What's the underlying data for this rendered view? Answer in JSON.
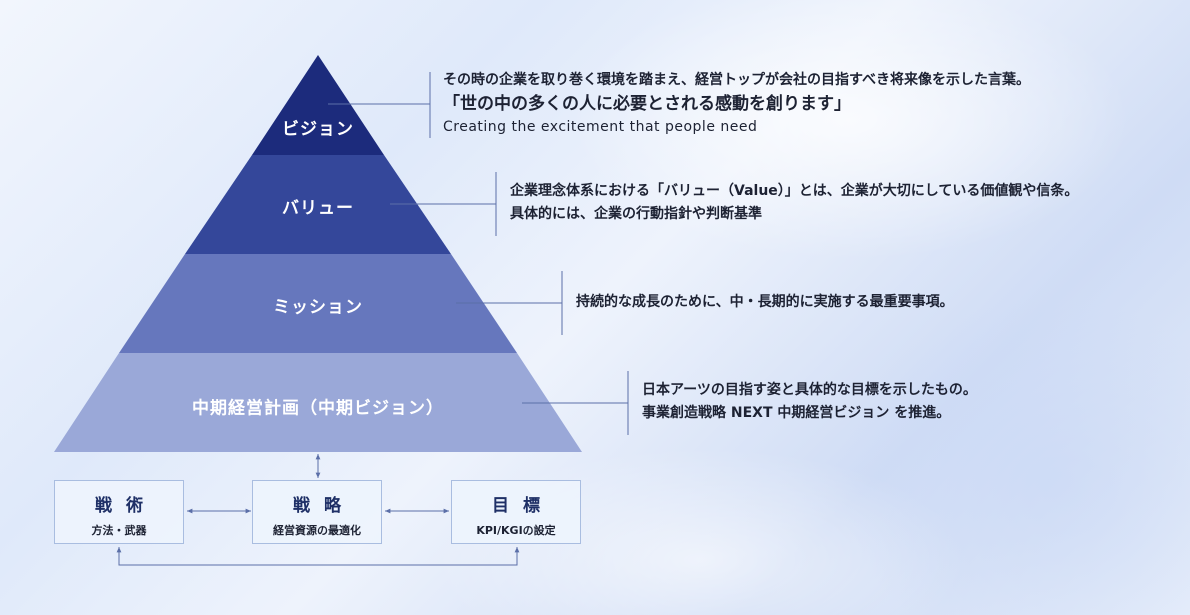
{
  "tiers": [
    {
      "label": "ビジョン"
    },
    {
      "label": "バリュー"
    },
    {
      "label": "ミッション"
    },
    {
      "label": "中期経営計画（中期ビジョン）"
    }
  ],
  "descriptions": {
    "vision": {
      "line1": "その時の企業を取り巻く環境を踏まえ、経営トップが会社の目指すべき将来像を示した言葉。",
      "motto": "「世の中の多くの人に必要とされる感動を創ります」",
      "english": "Creating the excitement that people need"
    },
    "value": {
      "line1": "企業理念体系における「バリュー（Value）」とは、企業が大切にしている価値観や信条。",
      "line2": "具体的には、企業の行動指針や判断基準"
    },
    "mission": {
      "line1": "持続的な成長のために、中・長期的に実施する最重要事項。"
    },
    "plan": {
      "line1": "日本アーツの目指す姿と具体的な目標を示したもの。",
      "line2": "事業創造戦略 NEXT 中期経営ビジョン を推進。"
    }
  },
  "boxes": {
    "tactics": {
      "title": "戦術",
      "sub": "方法・武器"
    },
    "strategy": {
      "title": "戦略",
      "sub": "経営資源の最適化"
    },
    "goal": {
      "title": "目標",
      "sub": "KPI/KGIの設定"
    }
  },
  "colors": {
    "tier1": "#1c2b7c",
    "tier2": "#34479a",
    "tier3": "#6677bd",
    "tier4": "#9aa8d8",
    "connector": "#5b6fa8"
  }
}
